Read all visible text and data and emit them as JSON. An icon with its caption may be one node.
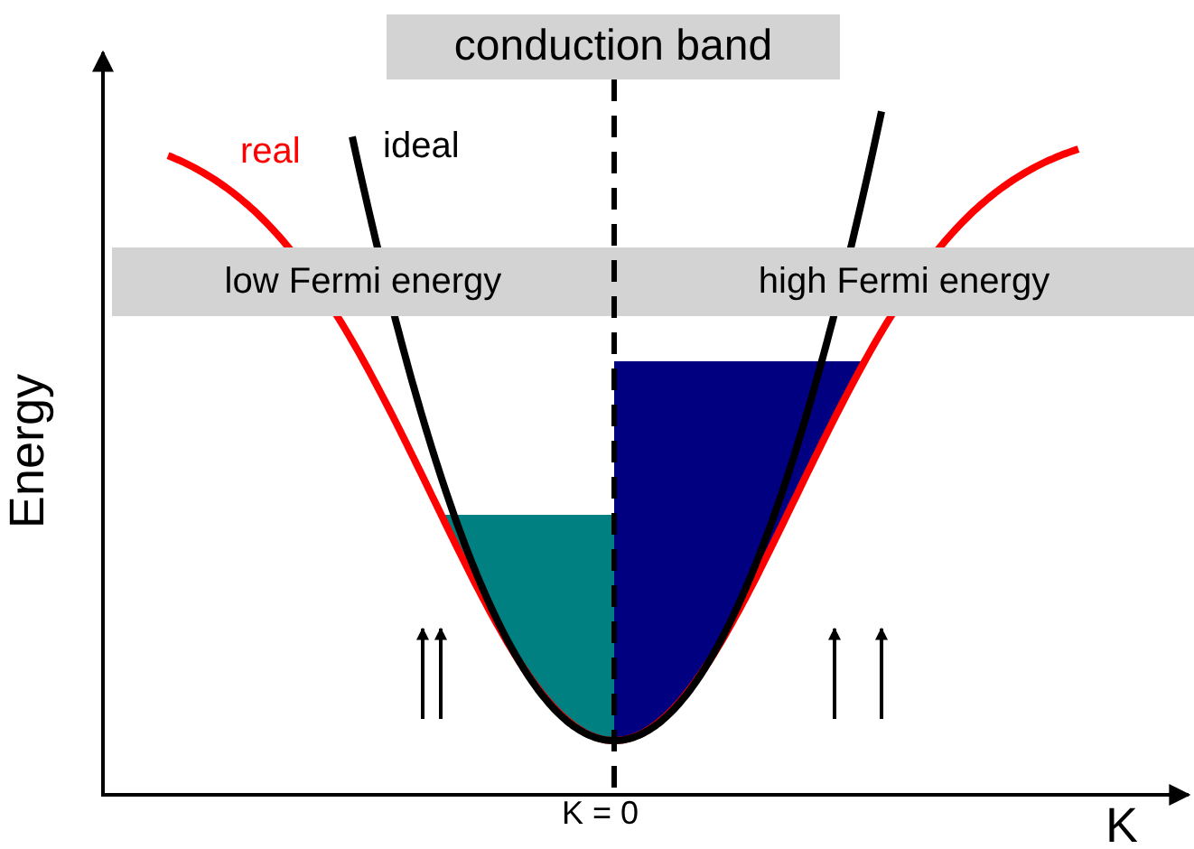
{
  "diagram": {
    "nodes": [
      {
        "text": [
          "conduction band"
        ]
      },
      {
        "text": [
          "low Fermi energy"
        ]
      },
      {
        "text": [
          "high Fermi energy"
        ]
      }
    ],
    "labels": [
      "real",
      "ideal",
      "Energy",
      "K = 0",
      "K"
    ]
  }
}
